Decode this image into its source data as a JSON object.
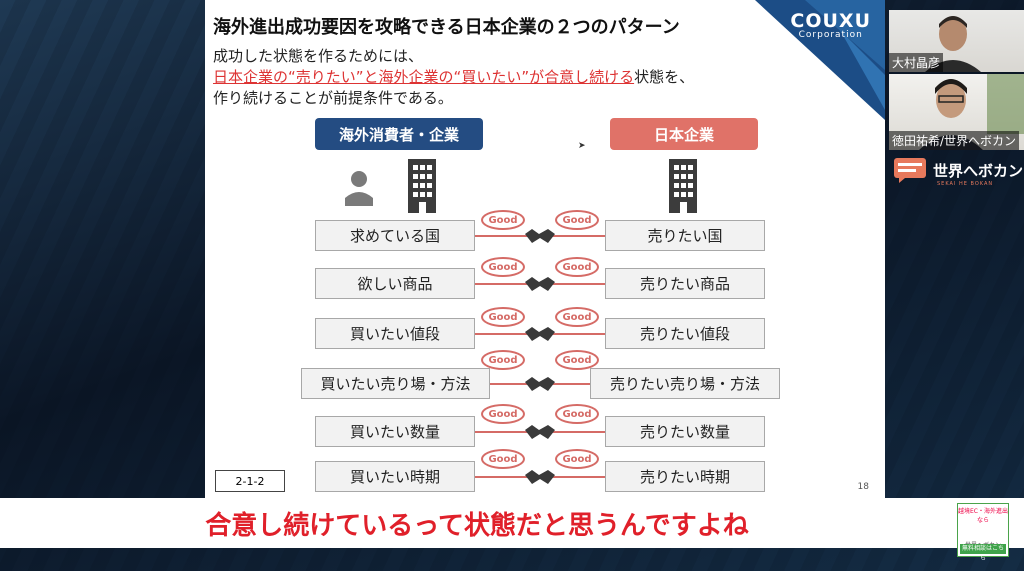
{
  "slide": {
    "title": "海外進出成功要因を攻略できる日本企業の２つのパターン",
    "intro_line1": "成功した状態を作るためには、",
    "intro_line2_red": "日本企業の“売りたい”と海外企業の“買いたい”が合意し続ける",
    "intro_line2_tail": "状態を、",
    "intro_line3": "作り続けることが前提条件である。",
    "header_left": "海外消費者・企業",
    "header_right": "日本企業",
    "good_label": "Good",
    "rows": [
      {
        "left": "求めている国",
        "right": "売りたい国"
      },
      {
        "left": "欲しい商品",
        "right": "売りたい商品"
      },
      {
        "left": "買いたい値段",
        "right": "売りたい値段"
      },
      {
        "left": "買いたい売り場・方法",
        "right": "売りたい売り場・方法"
      },
      {
        "left": "買いたい数量",
        "right": "売りたい数量"
      },
      {
        "left": "買いたい時期",
        "right": "売りたい時期"
      }
    ],
    "slide_code": "2-1-2",
    "page_number": "18",
    "logo_main": "COUXU",
    "logo_sub": "Corporation"
  },
  "subtitle": "合意し続けているって状態だと思うんですよね",
  "participants": [
    {
      "name": "大村晶彦"
    },
    {
      "name": "徳田祐希/世界へボカン"
    }
  ],
  "brand": {
    "name": "世界へボカン",
    "tagline": "SEKAI HE BOKAN"
  },
  "ad": {
    "top": "越境EC・海外進出なら",
    "mid": "世界へボカン",
    "button": "無料相談はこちら"
  },
  "colors": {
    "navy": "#244c82",
    "coral": "#e07268",
    "subtitle_red": "#e0202a"
  }
}
